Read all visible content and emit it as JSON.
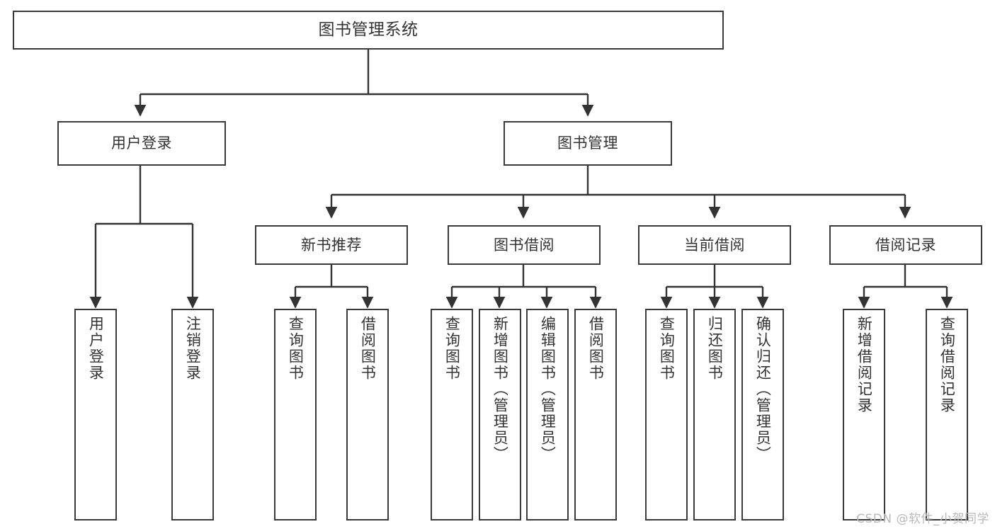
{
  "diagram": {
    "type": "tree",
    "title": "图书管理系统",
    "orientation": "top-down",
    "colors": {
      "box_border": "#3a3a3a",
      "box_fill": "#ffffff",
      "connector": "#333333",
      "text": "#333333",
      "watermark": "#b9b9b9",
      "background": "#ffffff"
    },
    "root": {
      "id": "root",
      "label": "图书管理系统"
    },
    "level2": [
      {
        "id": "user-login",
        "label": "用户登录"
      },
      {
        "id": "book-manage",
        "label": "图书管理"
      }
    ],
    "level3": [
      {
        "id": "new-book-recommend",
        "label": "新书推荐",
        "parent": "book-manage"
      },
      {
        "id": "book-borrow",
        "label": "图书借阅",
        "parent": "book-manage"
      },
      {
        "id": "current-borrow",
        "label": "当前借阅",
        "parent": "book-manage"
      },
      {
        "id": "borrow-record",
        "label": "借阅记录",
        "parent": "book-manage"
      }
    ],
    "leaves": [
      {
        "id": "leaf-user-login",
        "label": "用户登录",
        "parent": "user-login"
      },
      {
        "id": "leaf-user-logout",
        "label": "注销登录",
        "parent": "user-login"
      },
      {
        "id": "leaf-query-book-1",
        "label": "查询图书",
        "parent": "new-book-recommend"
      },
      {
        "id": "leaf-borrow-book-1",
        "label": "借阅图书",
        "parent": "new-book-recommend"
      },
      {
        "id": "leaf-query-book-2",
        "label": "查询图书",
        "parent": "book-borrow"
      },
      {
        "id": "leaf-add-book",
        "label": "新增图书（管理员）",
        "parent": "book-borrow"
      },
      {
        "id": "leaf-edit-book",
        "label": "编辑图书（管理员）",
        "parent": "book-borrow"
      },
      {
        "id": "leaf-borrow-book-2",
        "label": "借阅图书",
        "parent": "book-borrow"
      },
      {
        "id": "leaf-query-book-3",
        "label": "查询图书",
        "parent": "current-borrow"
      },
      {
        "id": "leaf-return-book",
        "label": "归还图书",
        "parent": "current-borrow"
      },
      {
        "id": "leaf-confirm-return",
        "label": "确认归还（管理员）",
        "parent": "current-borrow"
      },
      {
        "id": "leaf-add-record",
        "label": "新增借阅记录",
        "parent": "borrow-record"
      },
      {
        "id": "leaf-query-record",
        "label": "查询借阅记录",
        "parent": "borrow-record"
      }
    ]
  },
  "watermark": {
    "text": "CSDN @软件_小贺同学"
  }
}
